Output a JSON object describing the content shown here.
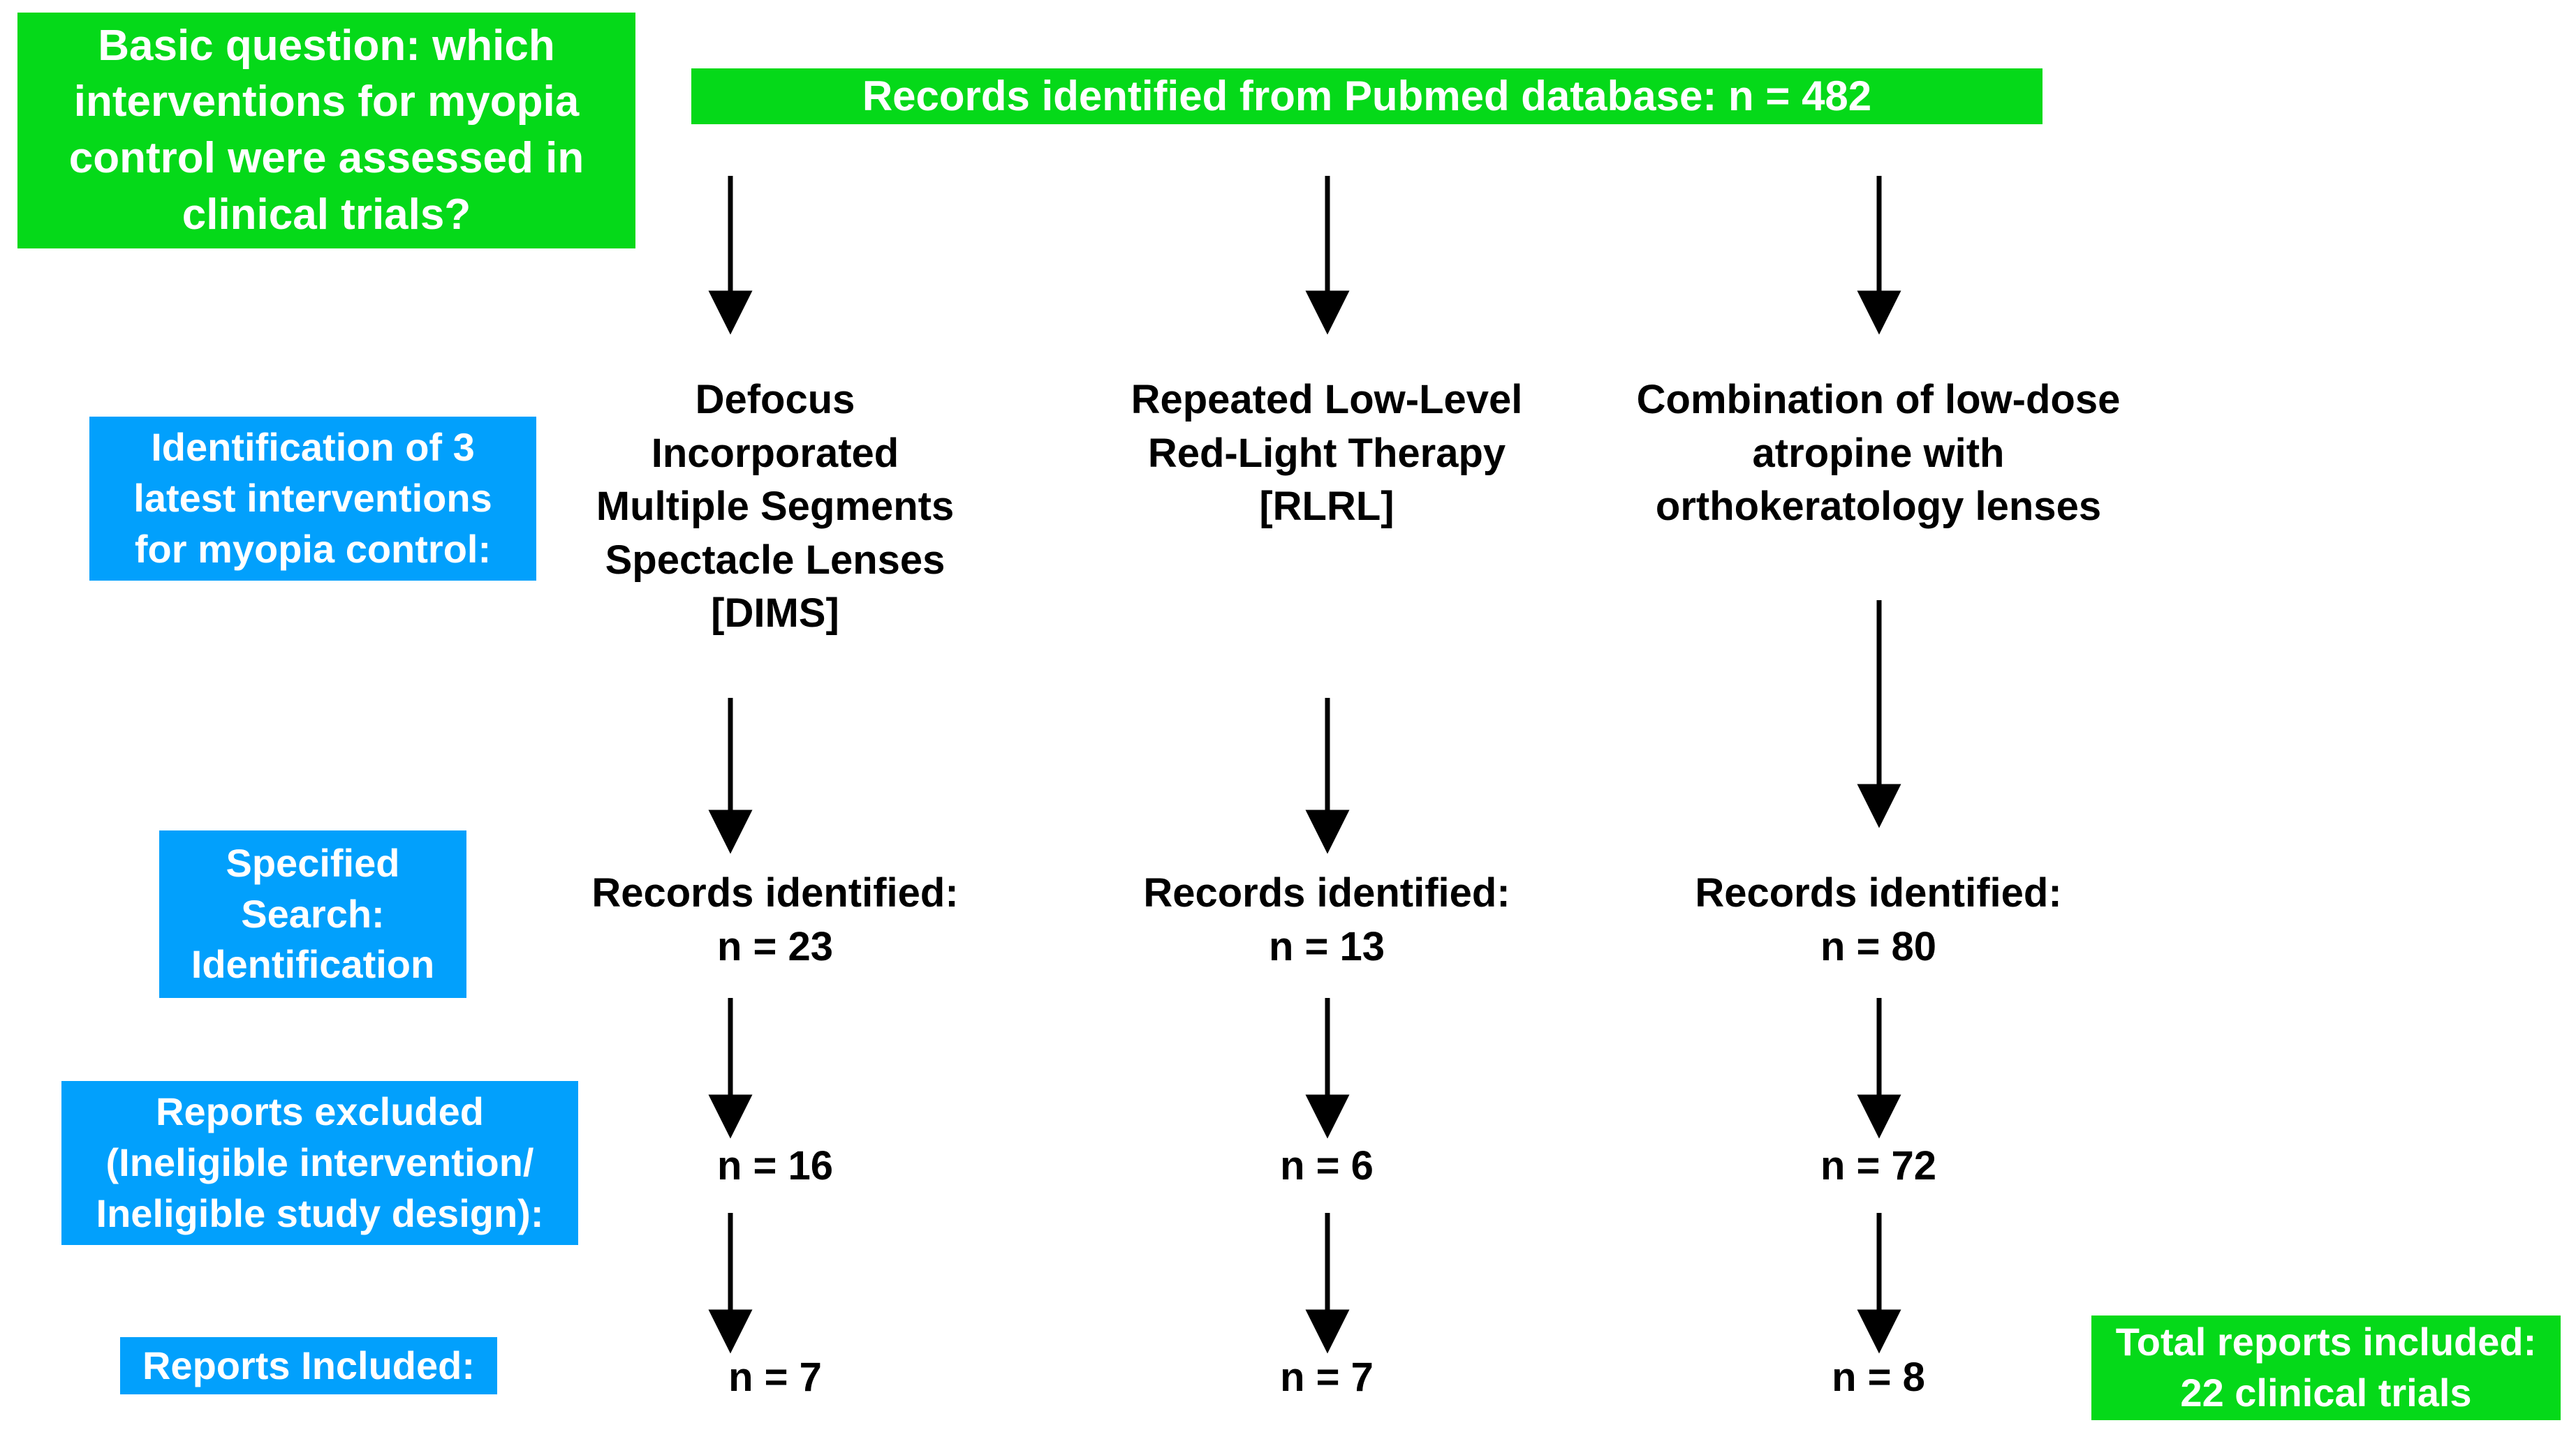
{
  "diagram": {
    "title": "PRISMA-style flow diagram of myopia control intervention clinical trials",
    "colors": {
      "green": "#05d919",
      "blue": "#02a0fc",
      "text_on_fill": "#ffffff",
      "text_plain": "#000000",
      "arrow": "#000000",
      "background": "#ffffff"
    }
  },
  "question_box": {
    "text": "Basic question: which\ninterventions for myopia\ncontrol were assessed in\nclinical trials?"
  },
  "source_box": {
    "text": "Records identified from Pubmed database: n = 482",
    "count": 482,
    "database": "Pubmed"
  },
  "stage_labels": {
    "identification": "Identification of 3\nlatest interventions\nfor myopia control:",
    "specified_search": "Specified\nSearch:\nIdentification",
    "reports_excluded": "Reports excluded\n(Ineligible intervention/\nIneligible study design):",
    "reports_included": "Reports Included:"
  },
  "columns": [
    {
      "heading": "Defocus\nIncorporated\nMultiple Segments\nSpectacle Lenses\n[DIMS]",
      "records_identified_label": "Records identified:",
      "records_identified": "n = 23",
      "reports_excluded": "n = 16",
      "reports_included": "n = 7"
    },
    {
      "heading": "Repeated Low-Level\nRed-Light Therapy\n[RLRL]",
      "records_identified_label": "Records identified:",
      "records_identified": "n = 13",
      "reports_excluded": "n = 6",
      "reports_included": "n = 7"
    },
    {
      "heading": "Combination of low-dose\natropine with\northokeratology lenses",
      "records_identified_label": "Records identified:",
      "records_identified": "n = 80",
      "reports_excluded": "n = 72",
      "reports_included": "n = 8"
    }
  ],
  "total_box": {
    "text": "Total reports included:\n22 clinical trials",
    "count": 22
  },
  "chart_data": {
    "type": "table",
    "title": "Records identified, excluded and included by intervention",
    "categories": [
      "Defocus Incorporated Multiple Segments Spectacle Lenses [DIMS]",
      "Repeated Low-Level Red-Light Therapy [RLRL]",
      "Combination of low-dose atropine with orthokeratology lenses"
    ],
    "series": [
      {
        "name": "Records identified",
        "values": [
          23,
          13,
          80
        ]
      },
      {
        "name": "Reports excluded",
        "values": [
          16,
          6,
          72
        ]
      },
      {
        "name": "Reports included",
        "values": [
          7,
          7,
          8
        ]
      }
    ],
    "source_total": 482,
    "included_total": 22
  }
}
